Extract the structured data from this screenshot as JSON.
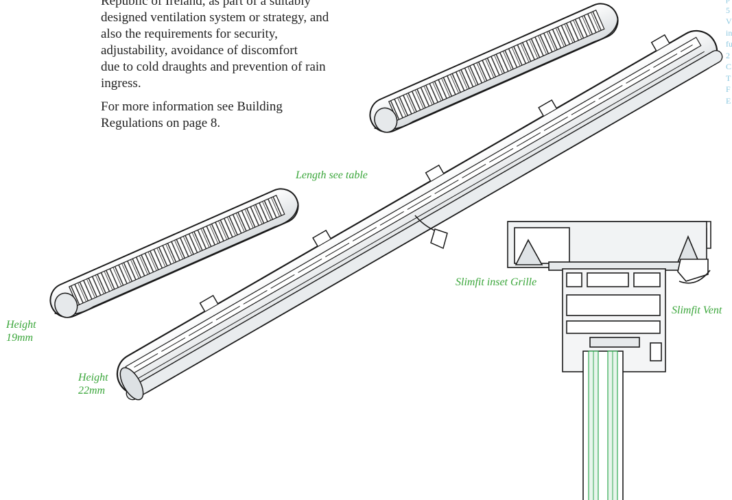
{
  "body_text": {
    "line1": "Republic of Ireland, as part of a suitably",
    "line2": "designed ventilation system or strategy, and",
    "line3": "also the requirements for security,",
    "line4": "adjustability, avoidance of discomfort",
    "line5": "due to cold draughts and prevention of rain",
    "line6": "ingress.",
    "info1": "For more information see Building",
    "info2": "Regulations on page 8."
  },
  "side_text": [
    "p",
    "5",
    "V",
    "in",
    "fu",
    "2",
    "C",
    "T",
    "F",
    "E"
  ],
  "captions": {
    "length": "Length see table",
    "grille": "Slimfit inset Grille",
    "vent": "Slimfit Vent",
    "height19_a": "Height",
    "height19_b": "19mm",
    "height22_a": "Height",
    "height22_b": "22mm"
  },
  "colors": {
    "caption": "#3aa63a",
    "side_text": "#8cc8e0",
    "line": "#1a1a1a",
    "glazing": "#2fa84f"
  }
}
